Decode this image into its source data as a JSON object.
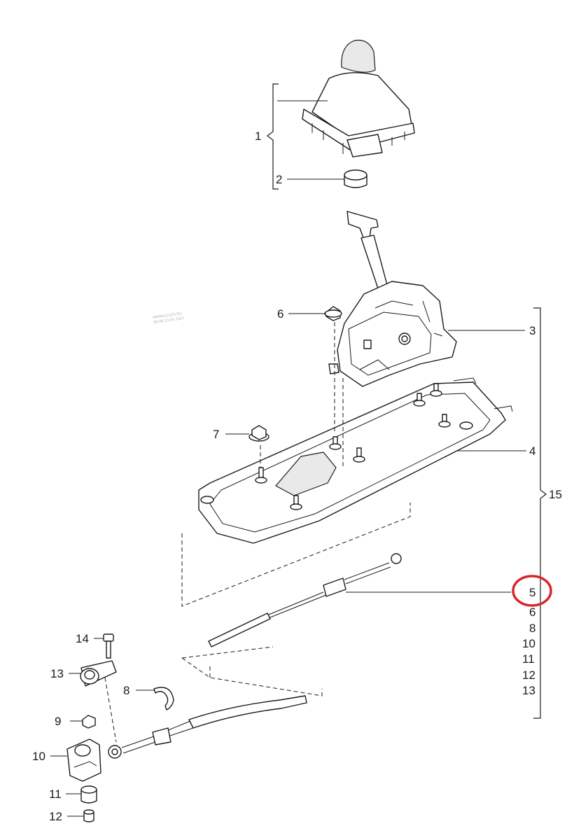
{
  "watermark": [
    "WWW.ILCATS.RU",
    "09.08.10:05.2021"
  ],
  "callouts": {
    "c1": "1",
    "c2": "2",
    "c3": "3",
    "c4": "4",
    "c5": "5",
    "c6": "6",
    "c7": "7",
    "c8": "8",
    "c9": "9",
    "c10": "10",
    "c11": "11",
    "c12": "12",
    "c13": "13",
    "c14": "14",
    "c15": "15"
  },
  "group_15_list": [
    "6",
    "8",
    "10",
    "11",
    "12",
    "13"
  ],
  "highlight": {
    "target": "5",
    "color": "#d9262b"
  }
}
